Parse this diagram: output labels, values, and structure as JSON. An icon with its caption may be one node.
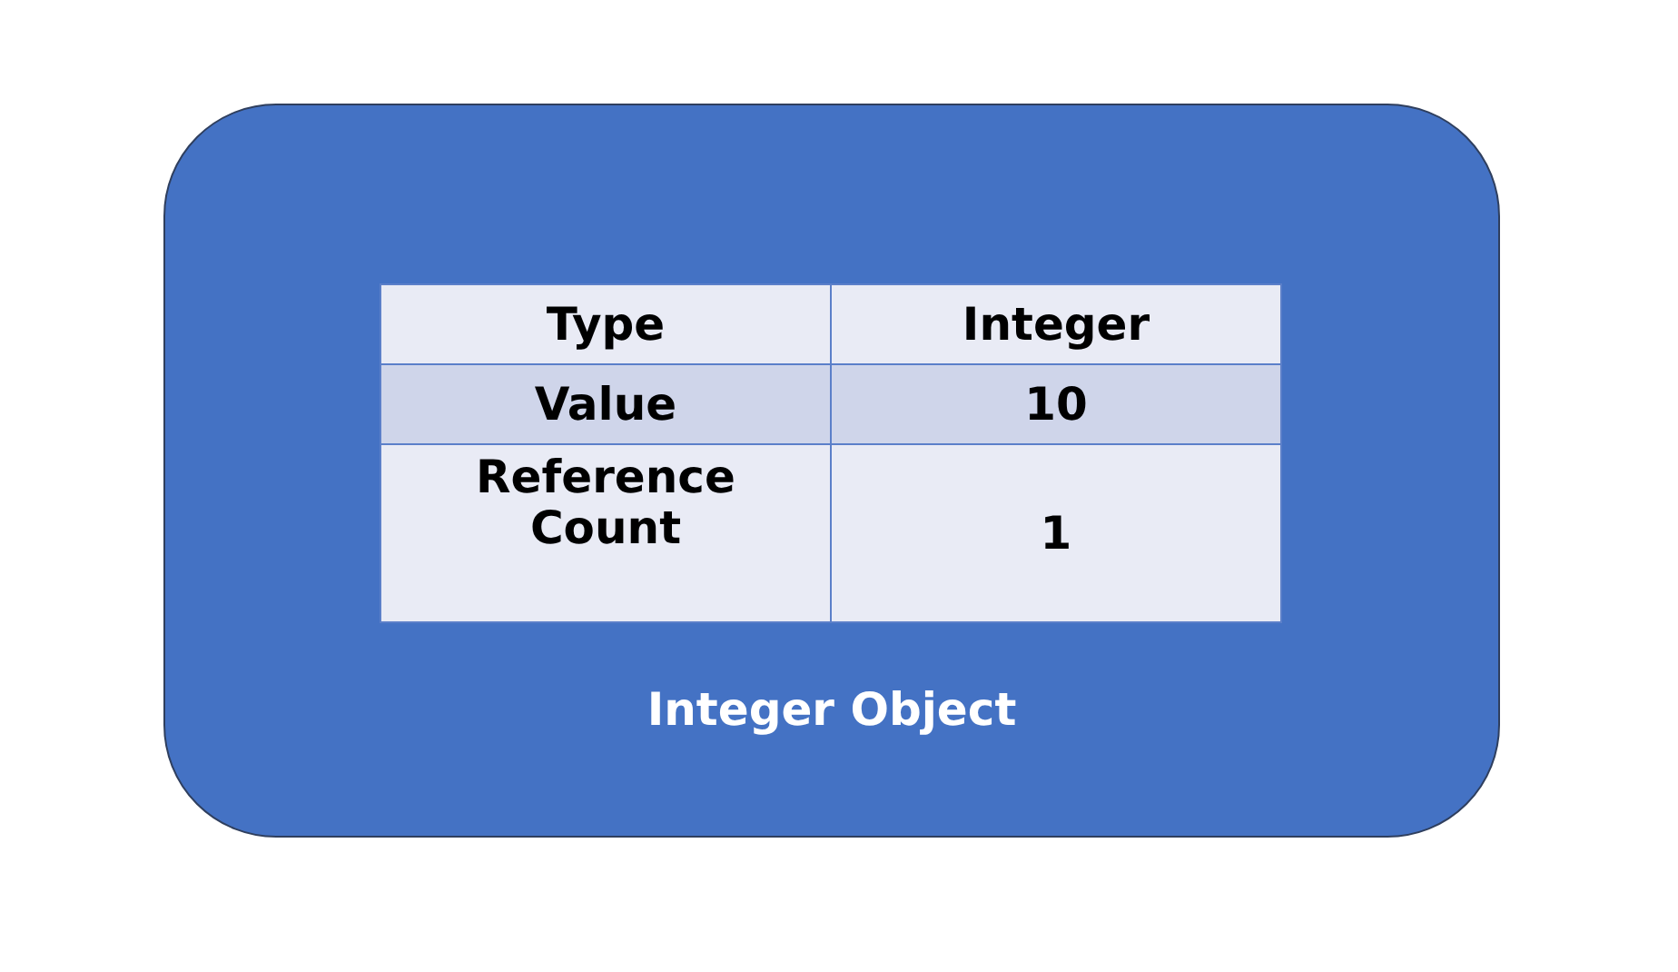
{
  "diagram": {
    "nodes": [
      {
        "text": [
          "Integer Object"
        ]
      }
    ],
    "edges": [],
    "labels": [
      "Type",
      "Integer",
      "Value",
      "10",
      "Reference Count",
      "1"
    ]
  }
}
